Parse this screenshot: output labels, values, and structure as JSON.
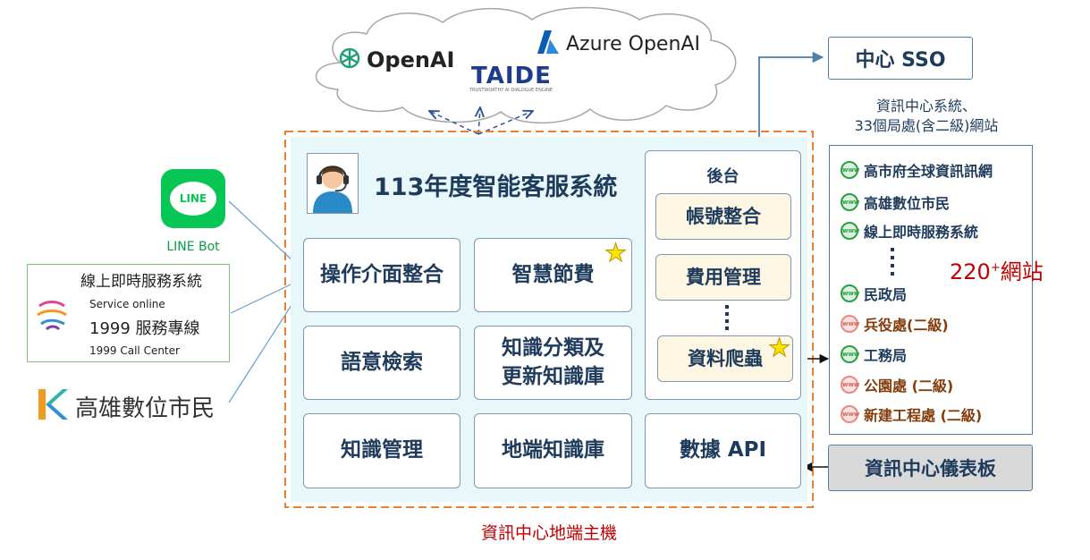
{
  "cloud": {
    "providers": [
      "OpenAI",
      "TAIDE",
      "Azure OpenAI"
    ],
    "taide_tagline": "TRUSTWORTHY AI DIALOGUE ENGINE"
  },
  "sso": {
    "label": "中心 SSO"
  },
  "systems_caption": [
    "資訊中心系統、",
    "33個局處(含二級)網站"
  ],
  "websites": [
    {
      "label": "高市府全球資訊訊網",
      "icon": "www-globe-icon",
      "level": "main"
    },
    {
      "label": "高雄數位市民",
      "icon": "www-globe-icon",
      "level": "main"
    },
    {
      "label": "線上即時服務系統",
      "icon": "www-globe-icon",
      "level": "main"
    },
    {
      "label": "民政局",
      "icon": "www-globe-icon",
      "level": "main"
    },
    {
      "label": "兵役處(二級)",
      "icon": "www-globe-icon",
      "level": "second"
    },
    {
      "label": "工務局",
      "icon": "www-globe-icon",
      "level": "main"
    },
    {
      "label": "公園處 (二級)",
      "icon": "www-globe-icon",
      "level": "second"
    },
    {
      "label": "新建工程處 (二級)",
      "icon": "www-globe-icon",
      "level": "second"
    }
  ],
  "sites_count": {
    "main": "220",
    "sup": "+",
    "suffix": "網站"
  },
  "dashboard": {
    "label": "資訊中心儀表板"
  },
  "host_caption": "資訊中心地端主機",
  "system": {
    "title": "113年度智能客服系統",
    "modules": {
      "ui": "操作介面整合",
      "cost": "智慧節費",
      "semantic": "語意檢索",
      "classify": [
        "知識分類及",
        "更新知識庫"
      ],
      "knowledge_mgmt": "知識管理",
      "local_kb": "地端知識庫",
      "data_api": "數據 API"
    },
    "backend": {
      "title": "後台",
      "account": "帳號整合",
      "fee": "費用管理",
      "crawler": "資料爬蟲"
    }
  },
  "channels": {
    "line_icon_text": "LINE",
    "line_caption": "LINE Bot",
    "service_title": "線上即時服務系統",
    "service_en": "Service online",
    "service_1999": "1999 服務專線",
    "service_1999_en": "1999 Call Center",
    "digital_citizen": "高雄數位市民"
  },
  "colors": {
    "line_green": "#06c755",
    "accent_red": "#c00000",
    "frame_orange": "#ed7d31",
    "system_bg": "#e8f7fa",
    "text_navy": "#1f3b5c"
  }
}
